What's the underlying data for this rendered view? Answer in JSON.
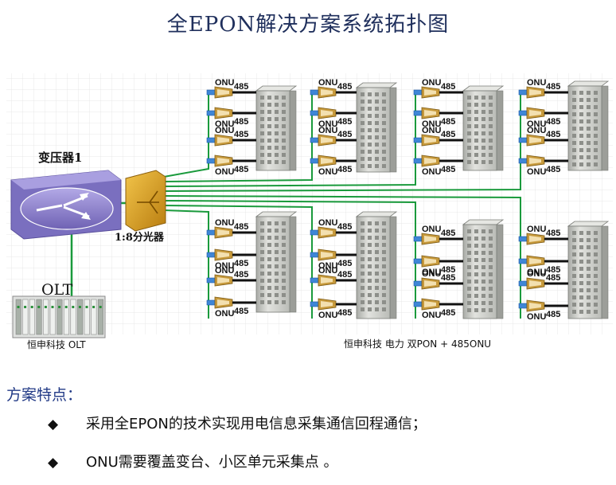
{
  "title": "全EPON解决方案系统拓扑图",
  "diagram": {
    "transformer_label": "变压器1",
    "splitter_label": "1:8分光器",
    "olt_label": "OLT",
    "olt_caption": "恒申科技 OLT",
    "onu_caption": "恒申科技 电力 双PON + 485ONU",
    "onu_tag": "ONU",
    "rs485_tag": "485",
    "colors": {
      "fiber": "#1a9a3c",
      "cloud": "#8a7fc8",
      "splitter": "#d9a21e",
      "building": "#c9cbc6",
      "onu_body": "#c79a3c"
    }
  },
  "features": {
    "heading": "方案特点：",
    "items": [
      "采用全EPON的技术实现用电信息采集通信回程通信；",
      "ONU需要覆盖变台、小区单元采集点 。"
    ],
    "bullet_mark": "◆"
  }
}
